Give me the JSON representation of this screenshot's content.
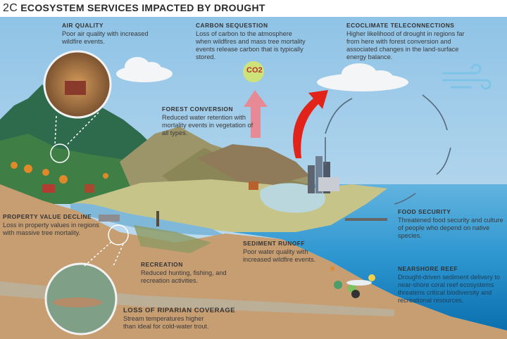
{
  "title": {
    "number": "2C",
    "text": "ECOSYSTEM SERVICES IMPACTED BY DROUGHT"
  },
  "co2_label": "CO2",
  "sections": {
    "air_quality": {
      "heading": "AIR QUALITY",
      "body": "Poor air quality with increased wildfire events."
    },
    "carbon": {
      "heading": "CARBON SEQUESTION",
      "body": "Loss of carbon to the atmosphere when wildfires and mass tree mortality events release carbon that is typically stored."
    },
    "ecoclimate": {
      "heading": "ECOCLIMATE TELECONNECTIONS",
      "body": "Higher likelihood of drought in regions far from here with forest conversion and associated changes in the land-surface energy balance."
    },
    "forest": {
      "heading": "FOREST CONVERSION",
      "body": "Reduced water retention with mortality events in vegetation of all types."
    },
    "property": {
      "heading": "PROPERTY VALUE DECLINE",
      "body": "Loss in property values in regions with massive tree mortality."
    },
    "food": {
      "heading": "FOOD SECURITY",
      "body": "Threatened food security and culture of people who depend on native species."
    },
    "sediment": {
      "heading": "SEDIMENT RUNOFF",
      "body": "Poor water quality with increased wildfire events."
    },
    "recreation": {
      "heading": "RECREATION",
      "body": "Reduced hunting, fishing, and recreation activities."
    },
    "reef": {
      "heading": "NEARSHORE REEF",
      "body": "Drought-driven sediment delivery to near-shore coral reef ecosystems threatens critical biodiversity and recreational resources."
    },
    "riparian": {
      "heading": "LOSS OF RIPARIAN COVERAGE",
      "body": "Stream temperatures higher than ideal for cold-water trout."
    }
  }
}
